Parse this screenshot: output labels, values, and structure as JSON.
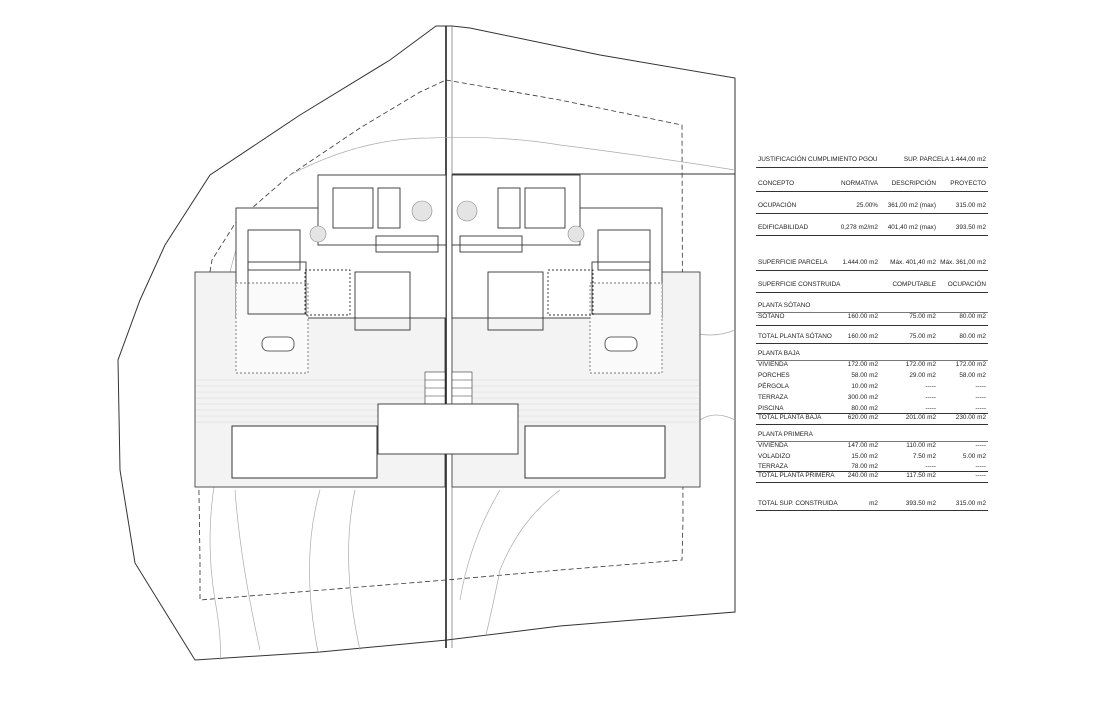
{
  "table": {
    "title": "JUSTIFICACIÓN CUMPLIMIENTO PGOU",
    "plot_area_label": "SUP.  PARCELA 1.444,00 m2",
    "headers": {
      "concept": "CONCEPTO",
      "normativa": "NORMATIVA",
      "descripcion": "DESCRIPCIÓN",
      "proyecto": "PROYECTO"
    },
    "ocupacion": {
      "label": "OCUPACIÓN",
      "normativa": "25.00%",
      "descripcion": "361,00 m2 (max)",
      "proyecto": "315.00 m2"
    },
    "edificabilidad": {
      "label": "EDIFICABILIDAD",
      "normativa": "0,278 m2/m2",
      "descripcion": "401,40 m2 (max)",
      "proyecto": "393.50 m2"
    },
    "superficie_parcela": {
      "label": "SUPERFICIE  PARCELA",
      "value": "1.444.00 m2",
      "max_edif": "Máx. 401,40 m2",
      "max_ocup": "Máx. 361,00 m2"
    },
    "construida_header": {
      "label": "SUPERFICIE  CONSTRUIDA",
      "computable": "COMPUTABLE",
      "ocupacion": "OCUPACIÓN"
    },
    "sotano": {
      "title": "PLANTA SÓTANO",
      "rows": [
        {
          "label": "SÓTANO",
          "a": "160.00 m2",
          "b": "75.00 m2",
          "c": "80.00 m2"
        }
      ],
      "total": {
        "label": "TOTAL PLANTA SÓTANO",
        "a": "160.00 m2",
        "b": "75.00 m2",
        "c": "80.00 m2"
      }
    },
    "baja": {
      "title": "PLANTA BAJA",
      "rows": [
        {
          "label": "VIVIENDA",
          "a": "172.00 m2",
          "b": "172.00 m2",
          "c": "172.00 m2"
        },
        {
          "label": "PORCHES",
          "a": "58.00 m2",
          "b": "29.00 m2",
          "c": "58.00 m2"
        },
        {
          "label": "PÉRGOLA",
          "a": "10.00 m2",
          "b": "-----",
          "c": "-----"
        },
        {
          "label": "TERRAZA",
          "a": "300.00 m2",
          "b": "-----",
          "c": "-----"
        },
        {
          "label": "PISCINA",
          "a": "80.00 m2",
          "b": "-----",
          "c": "-----"
        }
      ],
      "total": {
        "label": "TOTAL PLANTA BAJA",
        "a": "620.00 m2",
        "b": "201.00 m2",
        "c": "230.00 m2"
      }
    },
    "primera": {
      "title": "PLANTA PRIMERA",
      "rows": [
        {
          "label": "VIVIENDA",
          "a": "147.00 m2",
          "b": "110.00 m2",
          "c": "-----"
        },
        {
          "label": "VOLADIZO",
          "a": "15.00 m2",
          "b": "7.50 m2",
          "c": "5.00 m2"
        },
        {
          "label": "TERRAZA",
          "a": "78.00 m2",
          "b": "-----",
          "c": "-----"
        }
      ],
      "total": {
        "label": "TOTAL PLANTA PRIMERA",
        "a": "240.00 m2",
        "b": "117.50 m2",
        "c": "-----"
      }
    },
    "grand_total": {
      "label": "TOTAL SUP. CONSTRUIDA",
      "a": "m2",
      "b": "393.50 m2",
      "c": "315.00 m2"
    }
  }
}
